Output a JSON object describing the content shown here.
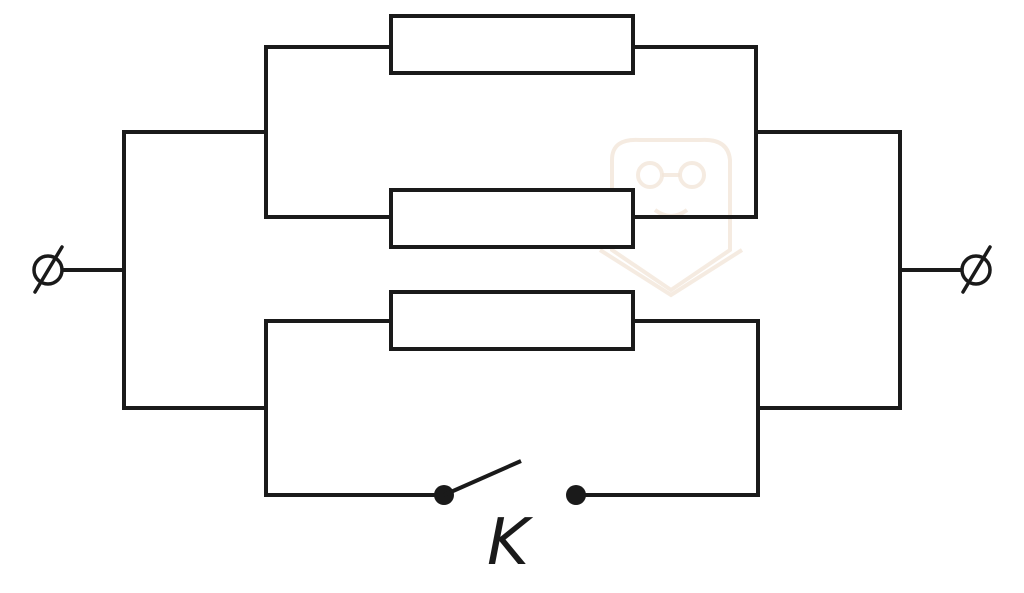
{
  "diagram": {
    "switch_label": "K",
    "colors": {
      "stroke": "#1a1a1a",
      "background": "#ffffff",
      "watermark": "#f3e6da"
    },
    "components": {
      "resistors": 3,
      "switches": 1,
      "terminals": 2
    },
    "watermark_icon": "bear-with-glasses-logo"
  }
}
